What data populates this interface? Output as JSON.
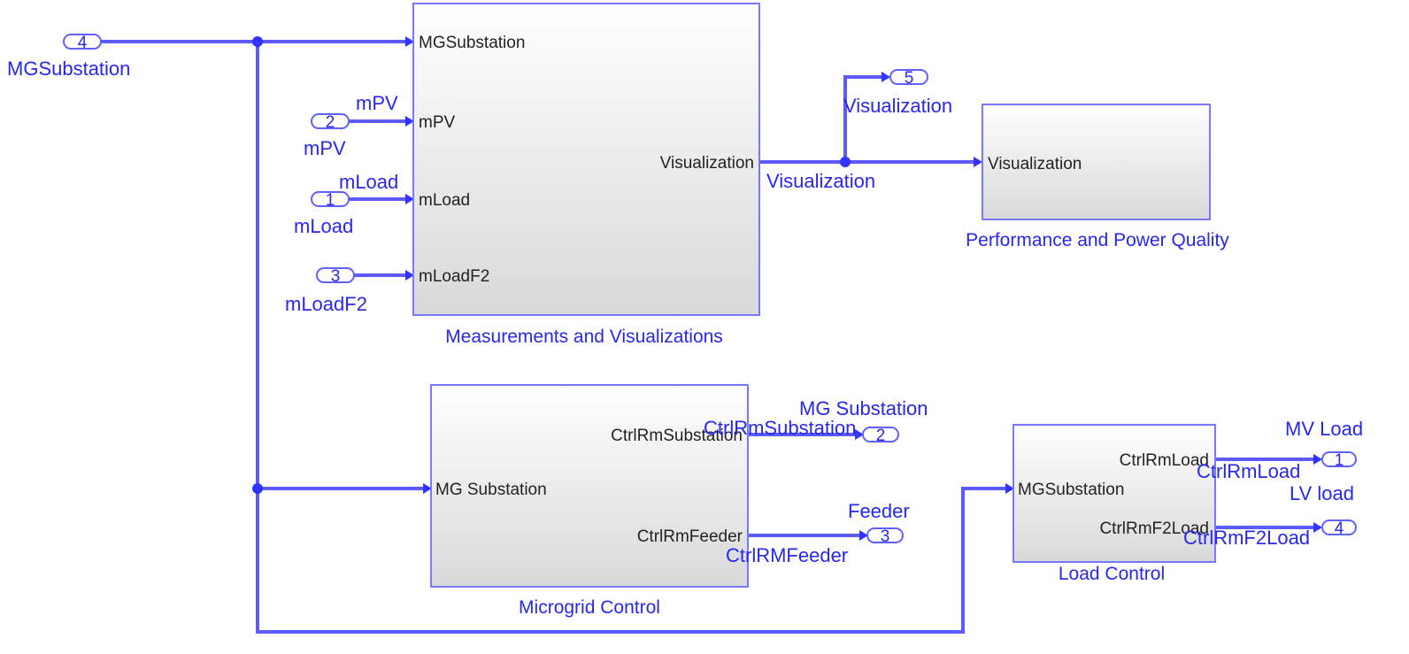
{
  "colors": {
    "line": "#5b5bff",
    "label": "#2727ee",
    "block_fill_top": "#ffffff",
    "block_fill_bottom": "#d9d9d9"
  },
  "inports": [
    {
      "number": "4",
      "name": "MGSubstation"
    },
    {
      "number": "2",
      "name": "mPV",
      "signal": "mPV"
    },
    {
      "number": "1",
      "name": "mLoad",
      "signal": "mLoad"
    },
    {
      "number": "3",
      "name": "mLoadF2"
    }
  ],
  "blocks": {
    "measurements": {
      "title": "Measurements and Visualizations",
      "inputs": [
        "MGSubstation",
        "mPV",
        "mLoad",
        "mLoadF2"
      ],
      "output": "Visualization"
    },
    "performance": {
      "title": "Performance and Power Quality",
      "input": "Visualization"
    },
    "microgrid": {
      "title": "Microgrid Control",
      "input": "MG Substation",
      "outputs": [
        "CtrlRmSubstation",
        "CtrlRmFeeder"
      ]
    },
    "load": {
      "title": "Load Control",
      "input": "MGSubstation",
      "outputs": [
        "CtrlRmLoad",
        "CtrlRmF2Load"
      ]
    }
  },
  "signals": {
    "visualization_line": "Visualization",
    "visualization_branch": "Visualization",
    "ctrl_substation": "CtrlRmSubstation",
    "ctrl_feeder": "CtrlRMFeeder",
    "ctrl_load": "CtrlRmLoad",
    "ctrl_f2load": "CtrlRmF2Load"
  },
  "outports": [
    {
      "number": "5",
      "name": "Visualization"
    },
    {
      "number": "2",
      "name": "MG Substation"
    },
    {
      "number": "3",
      "name": "Feeder"
    },
    {
      "number": "1",
      "name": "MV Load"
    },
    {
      "number": "4",
      "name": "LV load"
    }
  ]
}
